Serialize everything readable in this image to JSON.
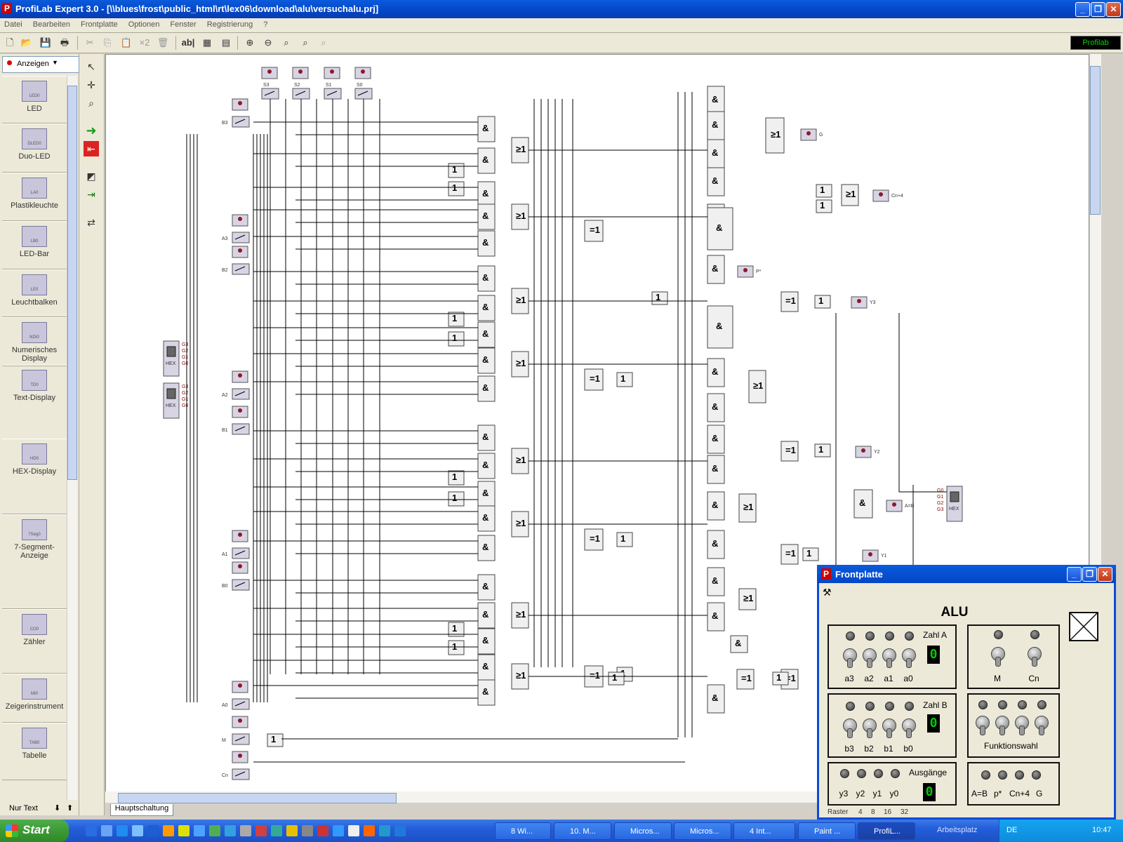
{
  "window": {
    "title": "ProfiLab Expert 3.0 - [\\\\blues\\frost\\public_html\\rt\\lex06\\download\\alu\\versuchalu.prj]",
    "app_icon": "P"
  },
  "menu": [
    "Datei",
    "Bearbeiten",
    "Frontplatte",
    "Optionen",
    "Fenster",
    "Registrierung",
    "?"
  ],
  "toolbar": {
    "x2_label": "×2",
    "text_tool": "ab|",
    "badge": "Profilab"
  },
  "palette": {
    "dropdown_label": "Anzeigen",
    "items": [
      {
        "label": "LED",
        "tag": "LED0"
      },
      {
        "label": "Duo-LED",
        "tag": "DLED0"
      },
      {
        "label": "Plastikleuchte",
        "tag": "LA0"
      },
      {
        "label": "LED-Bar",
        "tag": "LB0"
      },
      {
        "label": "Leuchtbalken",
        "tag": "LE0"
      },
      {
        "label": "Numerisches Display",
        "tag": "NDI0"
      },
      {
        "label": "Text-Display",
        "tag": "TD0"
      },
      {
        "label": "HEX-Display",
        "tag": "HD0"
      },
      {
        "label": "7-Segment-Anzeige",
        "tag": "7Seg0"
      },
      {
        "label": "Zähler",
        "tag": "CO0"
      },
      {
        "label": "Zeigerinstrument",
        "tag": "MI0"
      },
      {
        "label": "Tabelle",
        "tag": "TAB0"
      }
    ],
    "filter": "Nur Text"
  },
  "canvas": {
    "tab": "Hauptschaltung",
    "switch_labels": [
      "S3",
      "S2",
      "S1",
      "S0",
      "B3",
      "A3",
      "B2",
      "A2",
      "B1",
      "A1",
      "B0",
      "A0",
      "M",
      "Cn"
    ],
    "output_labels": [
      "G",
      "Cn+4",
      "P*",
      "Y3",
      "Y2",
      "A=B",
      "Y1"
    ],
    "and_symbol": "&",
    "or_symbol": "≥1",
    "xor_symbol": "=1",
    "not_symbol": "1",
    "hex_label": "HEX"
  },
  "frontplatte": {
    "title": "Frontplatte",
    "heading": "ALU",
    "zahl_a": "Zahl A",
    "zahl_b": "Zahl B",
    "ausgaenge": "Ausgänge",
    "funktionswahl": "Funktionswahl",
    "a_labels": [
      "a3",
      "a2",
      "a1",
      "a0"
    ],
    "b_labels": [
      "b3",
      "b2",
      "b1",
      "b0"
    ],
    "y_labels": [
      "y3",
      "y2",
      "y1",
      "y0"
    ],
    "m_label": "M",
    "cn_label": "Cn",
    "flag_labels": [
      "A=B",
      "p*",
      "Cn+4",
      "G"
    ],
    "digit_a": "0",
    "digit_b": "0",
    "digit_y": "0",
    "status_label": "Raster",
    "status_values": [
      "4",
      "8",
      "16",
      "32"
    ]
  },
  "taskbar": {
    "start": "Start",
    "tasks": [
      "8 Wi...",
      "10. M...",
      "Micros...",
      "Micros...",
      "4 Int...",
      "Paint ...",
      "ProfiL..."
    ],
    "active_task": 6,
    "desktop": "Arbeitsplatz",
    "lang": "DE",
    "clock": "10:47"
  }
}
